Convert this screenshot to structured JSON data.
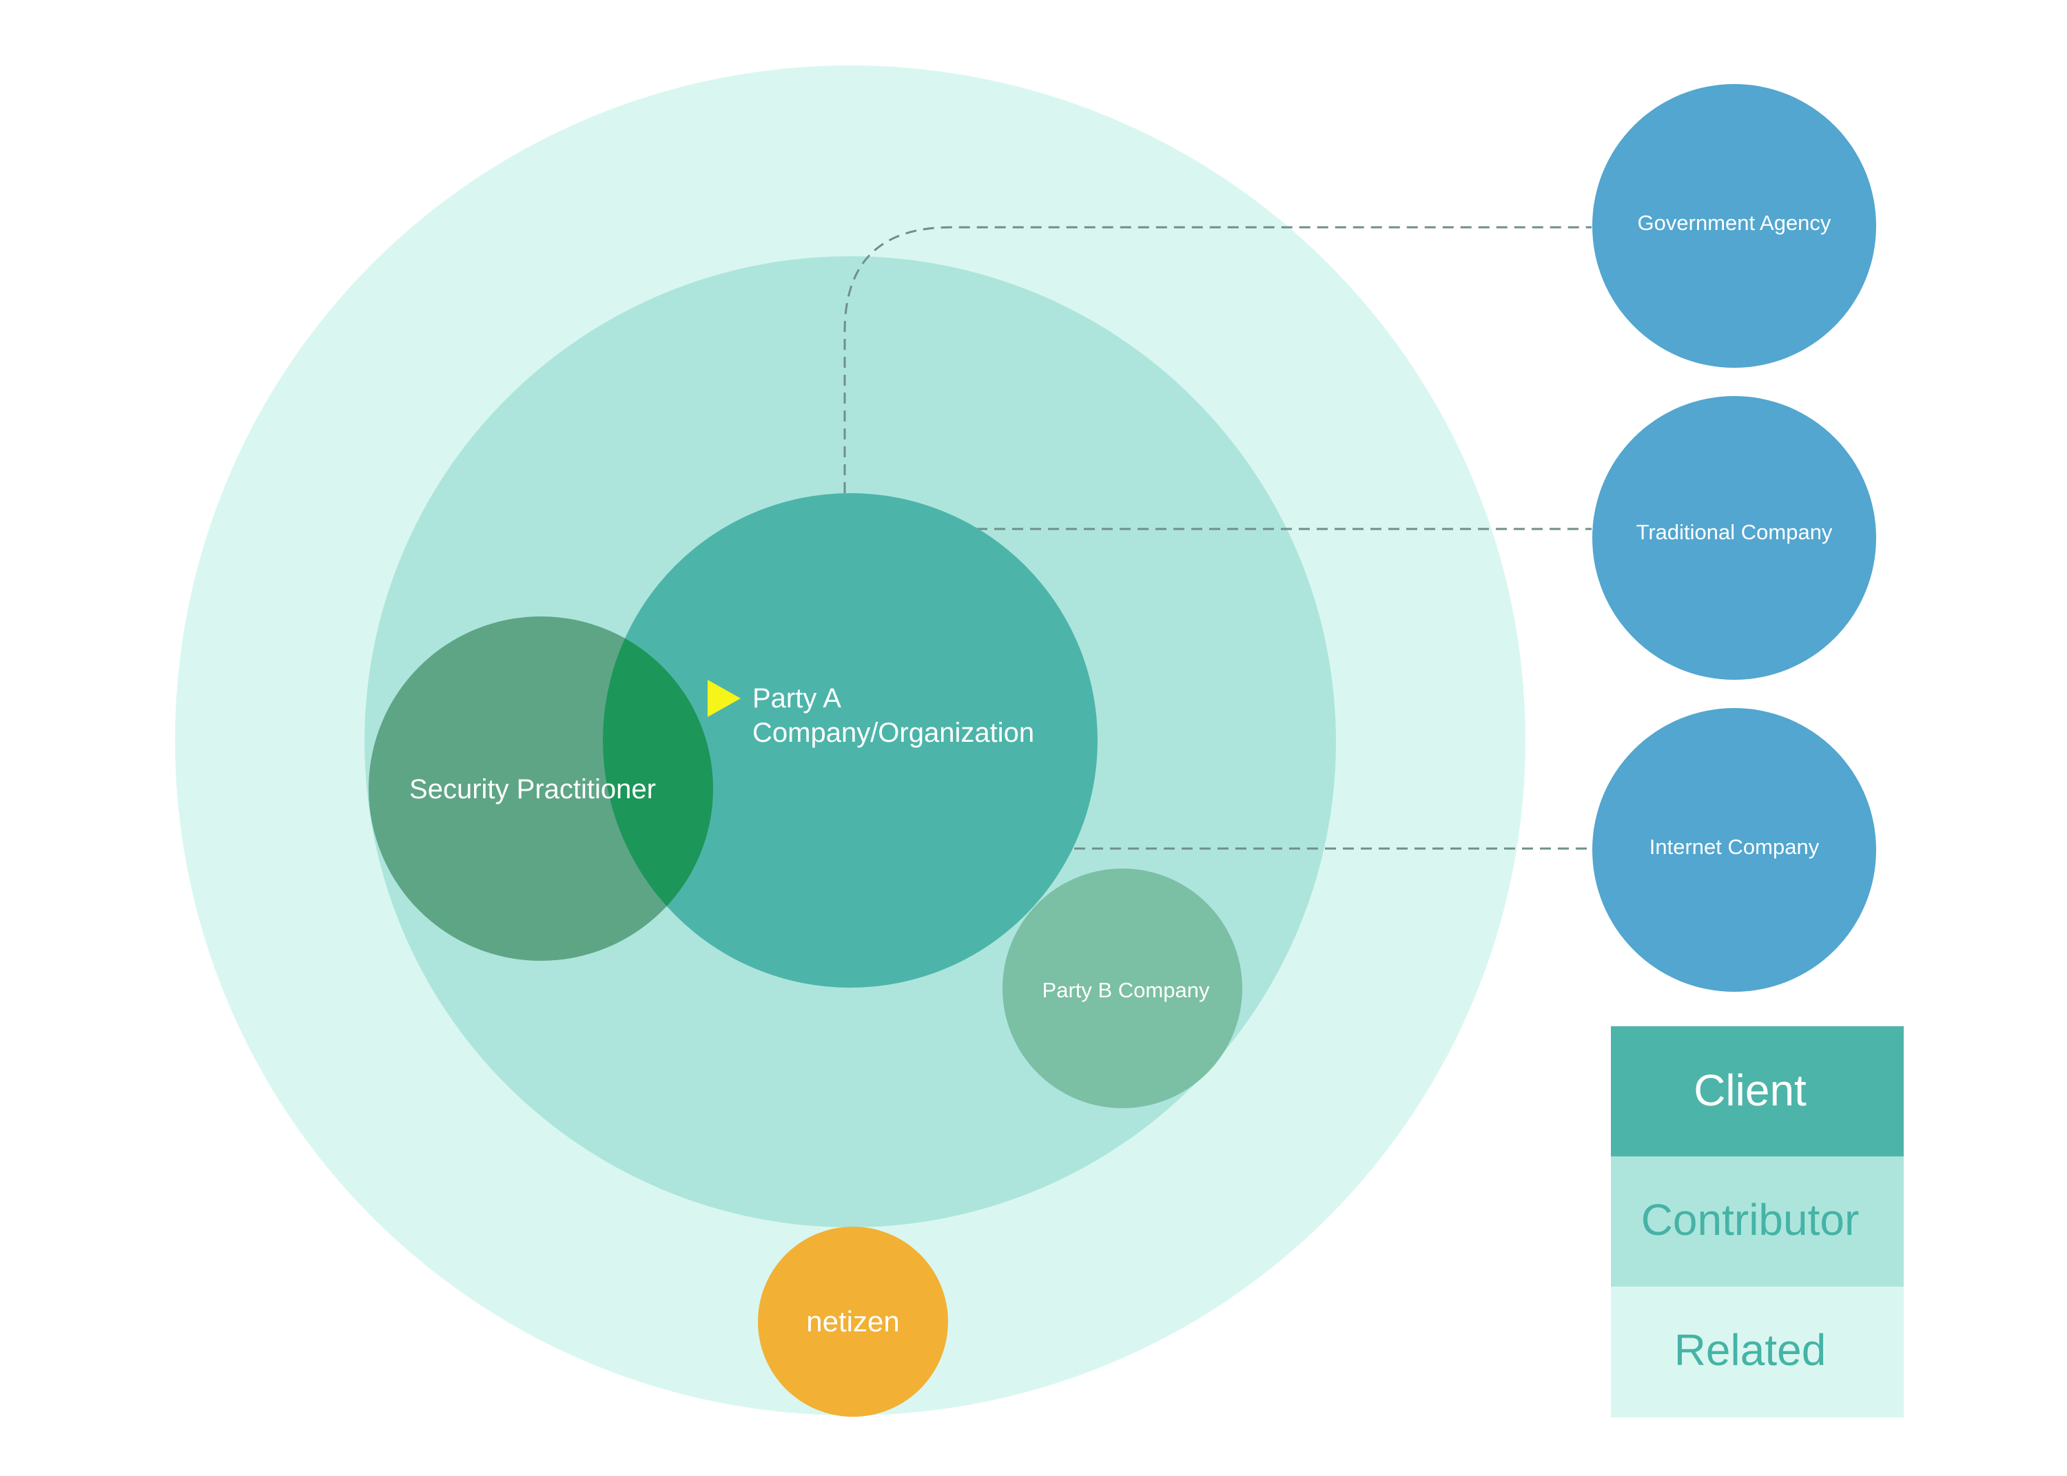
{
  "diagram": {
    "nodes": {
      "party_a": {
        "line1": "Party A",
        "line2": "Company/Organization"
      },
      "security_practitioner": {
        "label": "Security Practitioner"
      },
      "party_b": {
        "label": "Party B Company"
      },
      "netizen": {
        "label": "netizen"
      },
      "government_agency": {
        "label": "Government Agency"
      },
      "traditional_company": {
        "label": "Traditional Company"
      },
      "internet_company": {
        "label": "Internet Company"
      }
    },
    "legend": {
      "client": "Client",
      "contributor": "Contributor",
      "related": "Related"
    }
  },
  "colors": {
    "related_ring": "#d9f7f0",
    "contributor_ring": "#ade5dc",
    "client": "#4db4a9",
    "security_practitioner": "#5ea586",
    "overlap": "#1c9659",
    "party_b": "#7bbfa5",
    "netizen": "#f2b035",
    "external_company": "#52a6cf",
    "marker": "#f5f51a",
    "legend_text_teal": "#45b3a6",
    "legend_text_white": "#ffffff"
  }
}
